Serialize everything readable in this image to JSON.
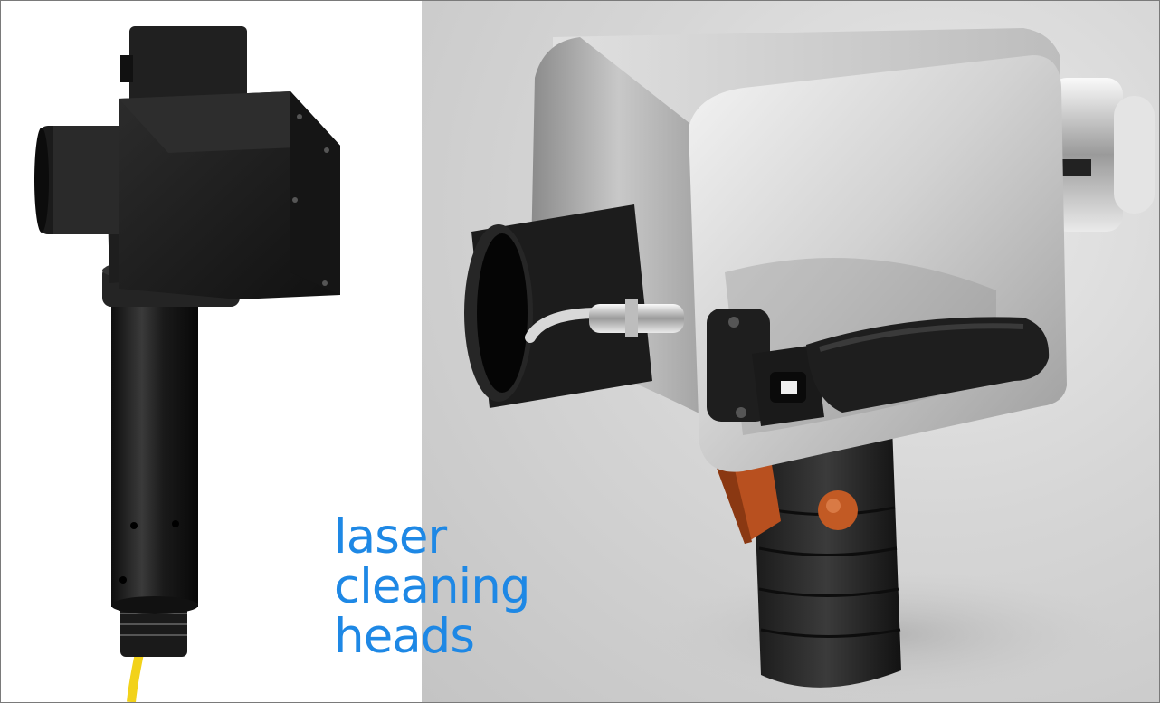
{
  "caption": {
    "lines": [
      "laser",
      "cleaning",
      "heads"
    ],
    "color": "#1e88e5"
  },
  "colors": {
    "device_black": "#1c1c1c",
    "housing_silver": "#c9c9c9",
    "trigger_orange": "#b8501f",
    "fiber_yellow": "#f2d21a",
    "backdrop_gray": "#d4d4d4"
  },
  "objects": [
    {
      "name": "black-laser-cleaning-head",
      "type": "product"
    },
    {
      "name": "silver-laser-cleaning-gun",
      "type": "product"
    }
  ]
}
